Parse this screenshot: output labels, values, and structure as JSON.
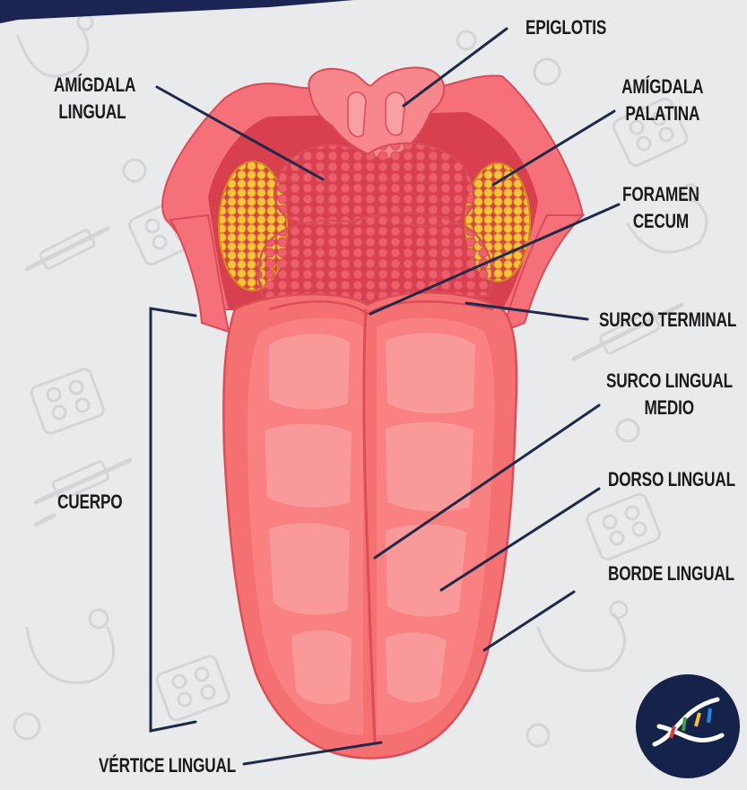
{
  "labels": {
    "epiglotis": "EPIGLOTIS",
    "amigdala_lingual": [
      "AMÍGDALA",
      "LINGUAL"
    ],
    "amigdala_palatina": [
      "AMÍGDALA",
      "PALATINA"
    ],
    "foramen_cecum": [
      "FORAMEN",
      "CECUM"
    ],
    "surco_terminal": "SURCO TERMINAL",
    "surco_lingual_medio": [
      "SURCO LINGUAL",
      "MEDIO"
    ],
    "dorso_lingual": "DORSO LINGUAL",
    "borde_lingual": "BORDE LINGUAL",
    "cuerpo": "CUERPO",
    "vertice_lingual": "VÉRTICE LINGUAL"
  },
  "colors": {
    "background": "#e9eaeb",
    "pattern": "#d6d8da",
    "tongue": "#f56f6f",
    "tongue_dark": "#e8525a",
    "tongue_light": "#fb8e8e",
    "throat": "#e24c58",
    "tonsil": "#f2b531",
    "leader_line": "#1e2a4a",
    "logo_bg": "#15224a",
    "corner_bar": "#1b2452"
  },
  "icons": {
    "logo": "dna-helix-icon",
    "background_pattern": "medical-doodle-pattern"
  }
}
